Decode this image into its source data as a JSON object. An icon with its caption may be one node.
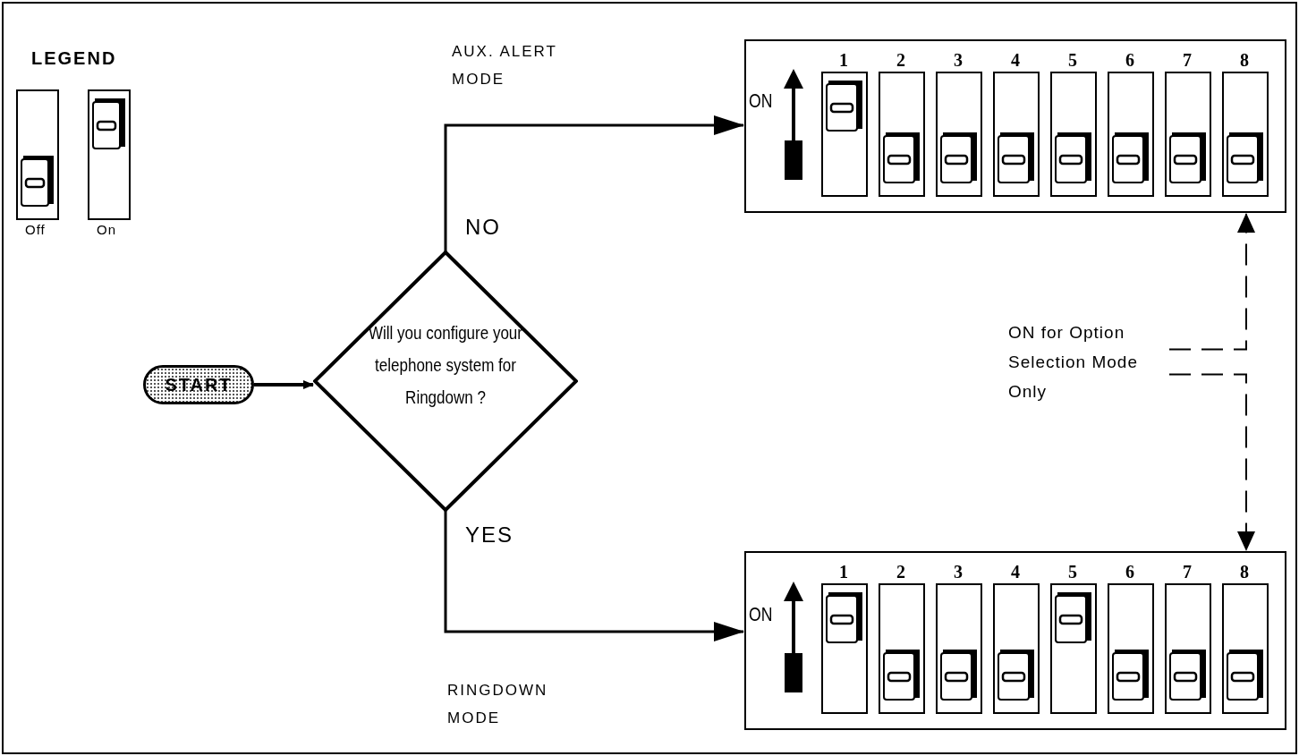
{
  "diagram": {
    "nodes": [
      {
        "text": [
          "START"
        ]
      },
      {
        "text": [
          "Will you configure your telephone system for Ringdown ?"
        ]
      },
      {
        "text": [
          "ON"
        ]
      },
      {
        "text": [
          "1"
        ],
        "in": 2
      },
      {
        "text": [
          "2"
        ],
        "in": 2
      },
      {
        "text": [
          "3"
        ],
        "in": 2
      },
      {
        "text": [
          "4"
        ],
        "in": 2
      },
      {
        "text": [
          "5"
        ],
        "in": 2
      },
      {
        "text": [
          "6"
        ],
        "in": 2
      },
      {
        "text": [
          "7"
        ],
        "in": 2
      },
      {
        "text": [
          "8"
        ],
        "in": 2
      },
      {
        "text": [
          "ON"
        ]
      },
      {
        "text": [
          "1"
        ],
        "in": 11
      },
      {
        "text": [
          "2"
        ],
        "in": 11
      },
      {
        "text": [
          "3"
        ],
        "in": 11
      },
      {
        "text": [
          "4"
        ],
        "in": 11
      },
      {
        "text": [
          "5"
        ],
        "in": 11
      },
      {
        "text": [
          "6"
        ],
        "in": 11
      },
      {
        "text": [
          "7"
        ],
        "in": 11
      },
      {
        "text": [
          "8"
        ],
        "in": 11
      },
      {
        "text": [
          "ON for Option Selection Mode Only"
        ]
      }
    ],
    "edges": [
      {
        "from": 0,
        "to": 1,
        "arrow": "to"
      },
      {
        "from": 1,
        "to": 2,
        "label": "NO",
        "arrow": "to"
      },
      {
        "from": 1,
        "to": 11,
        "label": "YES",
        "arrow": "to"
      },
      {
        "from": 20,
        "to": 2,
        "arrow": "to",
        "style": "dashed"
      },
      {
        "from": 20,
        "to": 11,
        "arrow": "to",
        "style": "dashed"
      }
    ],
    "labels": [
      "LEGEND",
      "AUX. ALERT MODE",
      "RINGDOWN MODE"
    ],
    "legend": [
      {
        "text": "Off"
      },
      {
        "text": "On"
      }
    ]
  }
}
